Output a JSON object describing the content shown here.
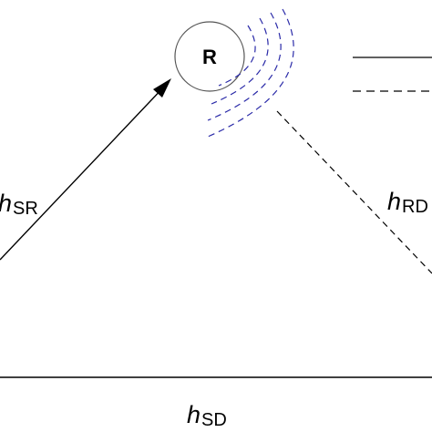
{
  "relay": {
    "label": "R"
  },
  "channels": {
    "source_relay": {
      "symbol": "h",
      "subscript": "SR"
    },
    "relay_destination": {
      "symbol": "h",
      "subscript": "RD"
    },
    "source_destination": {
      "symbol": "h",
      "subscript": "SD"
    }
  },
  "legend": {
    "solid_line_label": "",
    "dashed_line_label": ""
  },
  "colors": {
    "signal_waves": "#2a2aa8",
    "lines": "#000000"
  }
}
